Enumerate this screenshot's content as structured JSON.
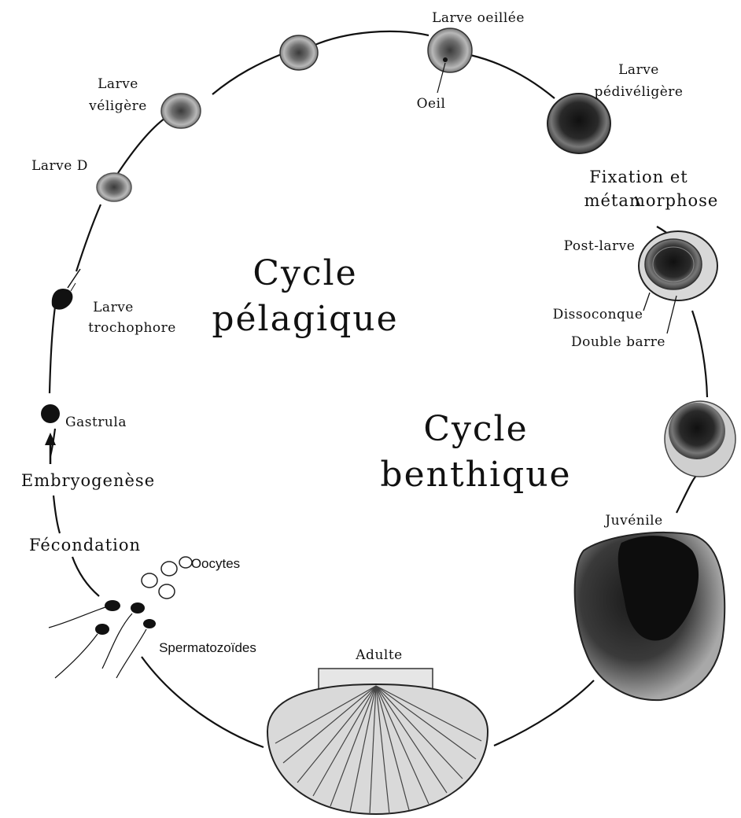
{
  "center": {
    "pelagic_line1": "Cycle",
    "pelagic_line2": "pélagique",
    "benthic_line1": "Cycle",
    "benthic_line2": "benthique"
  },
  "stages": {
    "larve_oeillee": "Larve oeillée",
    "oeil": "Oeil",
    "larve_pedi_line1": "Larve",
    "larve_pedi_line2": "pédivéligère",
    "fixation_line1": "Fixation et",
    "fixation_line2": "métamorphose",
    "post_larve": "Post-larve",
    "dissoconque": "Dissoconque",
    "double_barre": "Double barre",
    "juvenile": "Juvénile",
    "adulte": "Adulte",
    "spermatozoides": "Spermatozoïdes",
    "oocytes": "Oocytes",
    "fecondation": "Fécondation",
    "embryogenese": "Embryogenèse",
    "gastrula": "Gastrula",
    "larve_trocho_line1": "Larve",
    "larve_trocho_line2": "trochophore",
    "larve_d": "Larve D",
    "larve_veli_line1": "Larve",
    "larve_veli_line2": "véligère"
  }
}
